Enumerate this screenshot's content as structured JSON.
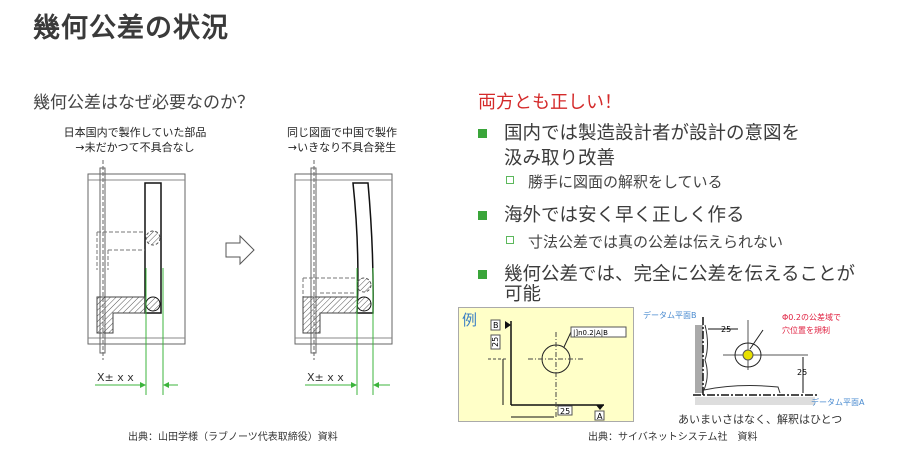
{
  "title": "幾何公差の状況",
  "left": {
    "question": "幾何公差はなぜ必要なのか？",
    "caption_domestic": [
      "日本国内で製作していた部品",
      "→未だかつて不具合なし"
    ],
    "caption_china": [
      "同じ図面で中国で製作",
      "→いきなり不具合発生"
    ],
    "dimension_label": "X± x  x",
    "source": "出典：山田学様（ラブノーツ代表取締役）資料"
  },
  "right": {
    "heading": "両方とも正しい！",
    "bullets": [
      {
        "text": [
          "国内では製造設計者が設計の意図を",
          "汲み取り改善"
        ],
        "sub": "勝手に図面の解釈をしている"
      },
      {
        "text": [
          "海外では安く早く正しく作る"
        ],
        "sub": "寸法公差では真の公差は伝えられない"
      },
      {
        "text": [
          "幾何公差では、完全に公差を伝えることが",
          "可能"
        ]
      }
    ],
    "example": {
      "label": "例",
      "datum_b": "B",
      "datum_a": "A",
      "dim_vertical": "25",
      "dim_horizontal": "25",
      "frame": "|]n0.2|A|B"
    },
    "figure": {
      "datum_plane_b": "データム平面B",
      "datum_plane_a": "データム平面A",
      "dim_horizontal": "25",
      "dim_vertical": "25",
      "note": [
        "Φ0.2の公差域で",
        "穴位置を規制"
      ],
      "conclusion": "あいまいさはなく、解釈はひとつ"
    },
    "source": "出典：サイバネットシステム社　資料"
  },
  "colors": {
    "accent_red": "#d42a2a",
    "bullet_green": "#3aa53a",
    "dim_green": "#3cb43c",
    "example_bg": "#ffffc8"
  }
}
